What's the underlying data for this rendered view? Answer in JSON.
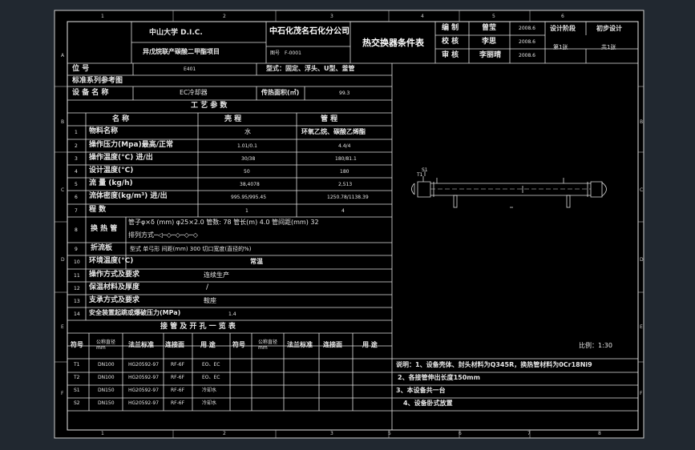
{
  "ruler": {
    "columns": [
      "1",
      "2",
      "3",
      "4",
      "5",
      "6",
      "7",
      "8"
    ],
    "rows": [
      "A",
      "B",
      "C",
      "D",
      "E",
      "F"
    ]
  },
  "title_block": {
    "university": "中山大学  D.I.C.",
    "company": "中石化茂名石化分公司",
    "project": "异戊烷联产碳酸二甲酯项目",
    "drawing_no_label": "图号",
    "drawing_no": "F-0001",
    "document_title": "热交换器条件表",
    "rows": [
      {
        "role": "编  制",
        "name": "曾莹",
        "date": "2008.6"
      },
      {
        "role": "校  核",
        "name": "李思",
        "date": "2008.6"
      },
      {
        "role": "审  核",
        "name": "李丽晴",
        "date": "2008.6"
      }
    ],
    "stage_label": "设计阶段",
    "stage_value": "初步设计",
    "sheet": "第1张",
    "total": "共1张"
  },
  "basic": {
    "position_label": "位    号",
    "position_value": "E401",
    "type_text": "型式：固定、浮头、U型、釜管",
    "standard_label": "标准系列参考图",
    "equipment_label": "设 备 名 称",
    "equipment_value": "EC冷却器",
    "area_label": "传热面积(㎡)",
    "area_value": "99.3"
  },
  "process": {
    "section_title": "工  艺  参  数",
    "header": [
      "名        称",
      "壳        程",
      "管        程"
    ],
    "rows": [
      {
        "no": "1",
        "name": "物料名称",
        "shell": "水",
        "tube": "环氧乙烷、碳酸乙烯酯"
      },
      {
        "no": "2",
        "name": "操作压力(Mpa)最高/正常",
        "shell": "1.01/0.1",
        "tube": "4.4/4"
      },
      {
        "no": "3",
        "name": "操作温度(°C) 进/出",
        "shell": "30/38",
        "tube": "180/81.1"
      },
      {
        "no": "4",
        "name": "设计温度(°C)",
        "shell": "50",
        "tube": "180"
      },
      {
        "no": "5",
        "name": "流  量 (kg/h)",
        "shell": "38,4078",
        "tube": "2,513"
      },
      {
        "no": "6",
        "name": "流体密度(kg/m³) 进/出",
        "shell": "995.95/995.45",
        "tube": "1250.78/1138.39"
      },
      {
        "no": "7",
        "name": "程  数",
        "shell": "1",
        "tube": "4"
      }
    ],
    "exchanger_no": "8",
    "exchanger_label": "换  热  管",
    "exchanger_line1": "管子φ×δ (mm)  φ25×2.0   管数: 78   管长(m) 4.0   管间距(mm) 32",
    "exchanger_line2": "排列方式─◁─◇─◇─◇─◇",
    "baffle_no": "9",
    "baffle_label": "折流板",
    "baffle_text": "型式  单弓形        间距(mm) 300       切口宽度(直径的%)",
    "env_no": "10",
    "env_label": "环境温度(°C)",
    "env_value": "常温",
    "op_no": "11",
    "op_label": "操作方式及要求",
    "op_value": "连续生产",
    "ins_no": "12",
    "ins_label": "保温材料及厚度",
    "ins_value": "/",
    "sup_no": "13",
    "sup_label": "支承方式及要求",
    "sup_value": "鞍座",
    "safe_no": "14",
    "safe_label": "安全装置起跳或爆破压力(MPa)",
    "safe_value": "1.4"
  },
  "nozzle_table": {
    "title": "接  管  及  开  孔  一  览  表",
    "headers": [
      "符号",
      "公称直径\nmm",
      "法兰标准",
      "连接面",
      "用  途"
    ],
    "rows": [
      {
        "sym": "T1",
        "dn": "DN100",
        "std": "HG20592-97",
        "face": "RF-6F",
        "use": "EO、EC"
      },
      {
        "sym": "T2",
        "dn": "DN100",
        "std": "HG20592-97",
        "face": "RF-6F",
        "use": "EO、EC"
      },
      {
        "sym": "S1",
        "dn": "DN150",
        "std": "HG20592-97",
        "face": "RF-6F",
        "use": "冷却水"
      },
      {
        "sym": "S2",
        "dn": "DN150",
        "std": "HG20592-97",
        "face": "RF-6F",
        "use": "冷却水"
      }
    ]
  },
  "notes": {
    "scale": "比例：1:30",
    "items": [
      "说明：1、设备壳体、封头材料为Q345R，换热管材料为0Cr18Ni9",
      "2、各接管伸出长度150mm",
      "3、本设备共一台",
      "4、设备卧式放置"
    ]
  },
  "drawing": {
    "label_left": "T1",
    "label_right": "S1"
  }
}
